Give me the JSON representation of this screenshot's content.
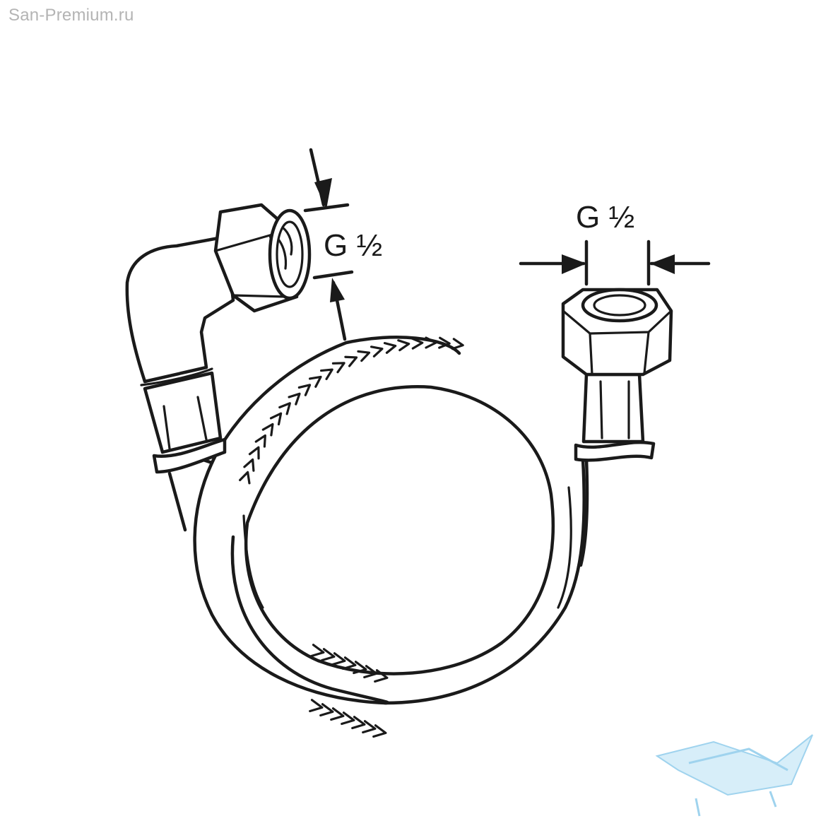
{
  "watermark": {
    "text": "San-Premium.ru"
  },
  "labels": {
    "left_thread": "G ½",
    "right_thread": "G ½"
  },
  "colors": {
    "line": "#1a1a1a",
    "background": "#ffffff",
    "watermark_text": "#b4b4b4",
    "logo": "#9fd3ee"
  },
  "icons": {
    "logo": "bathtub-logo-icon"
  }
}
